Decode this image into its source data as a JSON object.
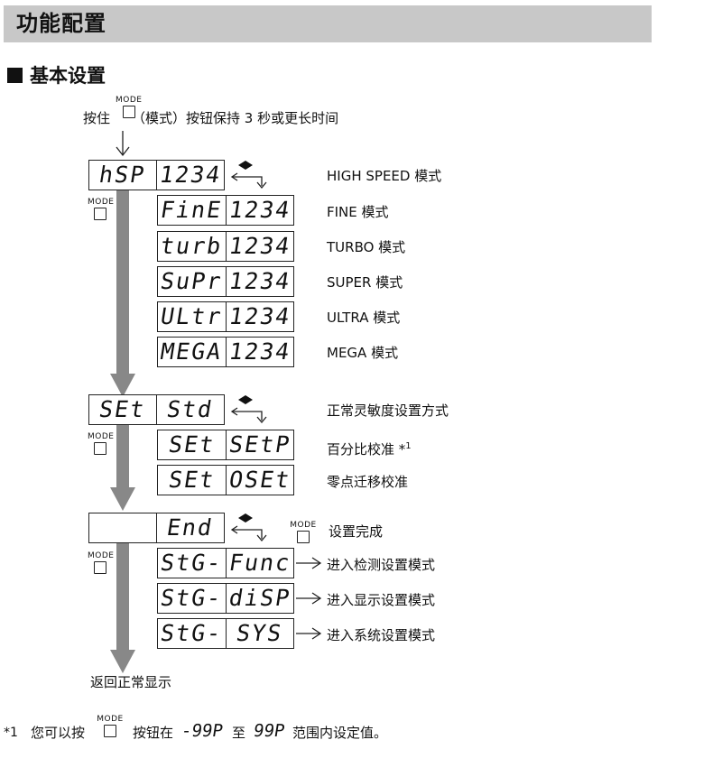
{
  "page_title": "功能配置",
  "section_title": "基本设置",
  "instruction": {
    "before": "按住",
    "mode_label": "MODE",
    "after": "（模式）按钮保持 3 秒或更长时间"
  },
  "mode_button_label": "MODE",
  "groups": [
    {
      "rows": [
        {
          "left": "hSP",
          "right": "1234",
          "desc": "HIGH SPEED 模式"
        },
        {
          "left": "FinE",
          "right": "1234",
          "desc": "FINE 模式"
        },
        {
          "left": "turb",
          "right": "1234",
          "desc": "TURBO 模式"
        },
        {
          "left": "SuPr",
          "right": "1234",
          "desc": "SUPER 模式"
        },
        {
          "left": "ULtr",
          "right": "1234",
          "desc": "ULTRA 模式"
        },
        {
          "left": "MEGA",
          "right": "1234",
          "desc": "MEGA 模式"
        }
      ]
    },
    {
      "rows": [
        {
          "left": "SEt",
          "right": "Std",
          "desc": "正常灵敏度设置方式"
        },
        {
          "left": "SEt",
          "right": "SEtP",
          "desc": "百分比校准 *",
          "sup": "1"
        },
        {
          "left": "SEt",
          "right": "OSEt",
          "desc": "零点迁移校准"
        }
      ]
    },
    {
      "rows": [
        {
          "left": "",
          "right": "End",
          "desc": "设置完成"
        },
        {
          "left": "StG-",
          "right": "Func",
          "desc": "进入检测设置模式"
        },
        {
          "left": "StG-",
          "right": "diSP",
          "desc": "进入显示设置模式"
        },
        {
          "left": "StG-",
          "right": "SYS",
          "desc": "进入系统设置模式"
        }
      ]
    }
  ],
  "return_text": "返回正常显示",
  "footnote": {
    "marker": "*1",
    "text_before": "您可以按",
    "mode_label": "MODE",
    "text_middle": "按钮在",
    "value_min": "-99P",
    "text_to": "至",
    "value_max": "99P",
    "text_after": "范围内设定值。"
  },
  "colors": {
    "title_bar": "#c8c8c8",
    "flow_arrow": "#888888"
  }
}
